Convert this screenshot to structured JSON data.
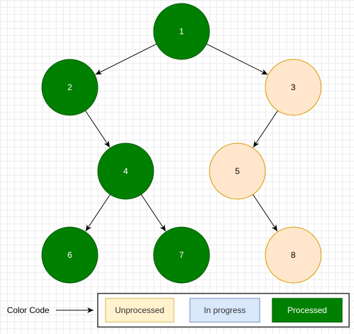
{
  "colors": {
    "processed_fill": "#008000",
    "processed_stroke": "#005700",
    "processed_text": "#ffffff",
    "unprocessed_node_fill": "#ffe6cc",
    "unprocessed_node_stroke": "#d79b00",
    "unprocessed_node_text": "#000000",
    "legend_unprocessed_fill": "#fff2cc",
    "legend_unprocessed_stroke": "#d6b656",
    "legend_in_progress_fill": "#dae8fc",
    "legend_in_progress_stroke": "#6c8ebf",
    "edge": "#000000"
  },
  "nodes": [
    {
      "id": "1",
      "label": "1",
      "state": "processed"
    },
    {
      "id": "2",
      "label": "2",
      "state": "processed"
    },
    {
      "id": "3",
      "label": "3",
      "state": "unprocessed"
    },
    {
      "id": "4",
      "label": "4",
      "state": "processed"
    },
    {
      "id": "5",
      "label": "5",
      "state": "unprocessed"
    },
    {
      "id": "6",
      "label": "6",
      "state": "processed"
    },
    {
      "id": "7",
      "label": "7",
      "state": "processed"
    },
    {
      "id": "8",
      "label": "8",
      "state": "unprocessed"
    }
  ],
  "edges": [
    {
      "from": "1",
      "to": "2"
    },
    {
      "from": "1",
      "to": "3"
    },
    {
      "from": "2",
      "to": "4"
    },
    {
      "from": "3",
      "to": "5"
    },
    {
      "from": "4",
      "to": "6"
    },
    {
      "from": "4",
      "to": "7"
    },
    {
      "from": "5",
      "to": "8"
    }
  ],
  "legend": {
    "caption": "Color Code",
    "items": [
      {
        "label": "Unprocessed",
        "state": "unprocessed"
      },
      {
        "label": "In progress",
        "state": "in_progress"
      },
      {
        "label": "Processed",
        "state": "processed"
      }
    ]
  }
}
